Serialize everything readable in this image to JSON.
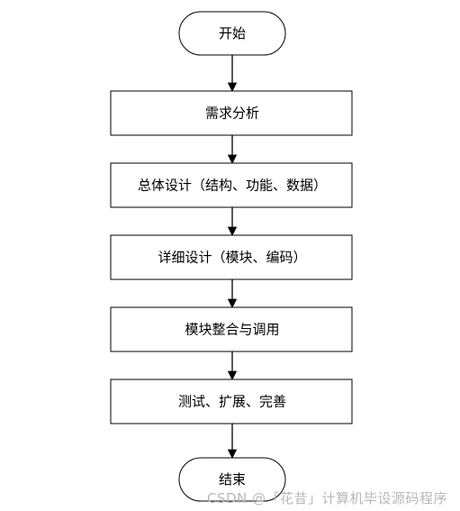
{
  "nodes": [
    {
      "id": "start",
      "shape": "terminal",
      "label": "开始"
    },
    {
      "id": "requirements",
      "shape": "process",
      "label": "需求分析"
    },
    {
      "id": "overall-design",
      "shape": "process",
      "label": "总体设计（结构、功能、数据）"
    },
    {
      "id": "detailed-design",
      "shape": "process",
      "label": "详细设计（模块、编码）"
    },
    {
      "id": "integration",
      "shape": "process",
      "label": "模块整合与调用"
    },
    {
      "id": "testing",
      "shape": "process",
      "label": "测试、扩展、完善"
    },
    {
      "id": "end",
      "shape": "terminal",
      "label": "结束"
    }
  ],
  "edges": [
    {
      "from": "start",
      "to": "requirements"
    },
    {
      "from": "requirements",
      "to": "overall-design"
    },
    {
      "from": "overall-design",
      "to": "detailed-design"
    },
    {
      "from": "detailed-design",
      "to": "integration"
    },
    {
      "from": "integration",
      "to": "testing"
    },
    {
      "from": "testing",
      "to": "end"
    }
  ],
  "colors": {
    "stroke": "#000000",
    "fill": "#ffffff",
    "text": "#000000",
    "watermark": "#b8b8b8"
  },
  "watermark": {
    "text": "CSDN @「花昔」计算机毕设源码程序"
  }
}
